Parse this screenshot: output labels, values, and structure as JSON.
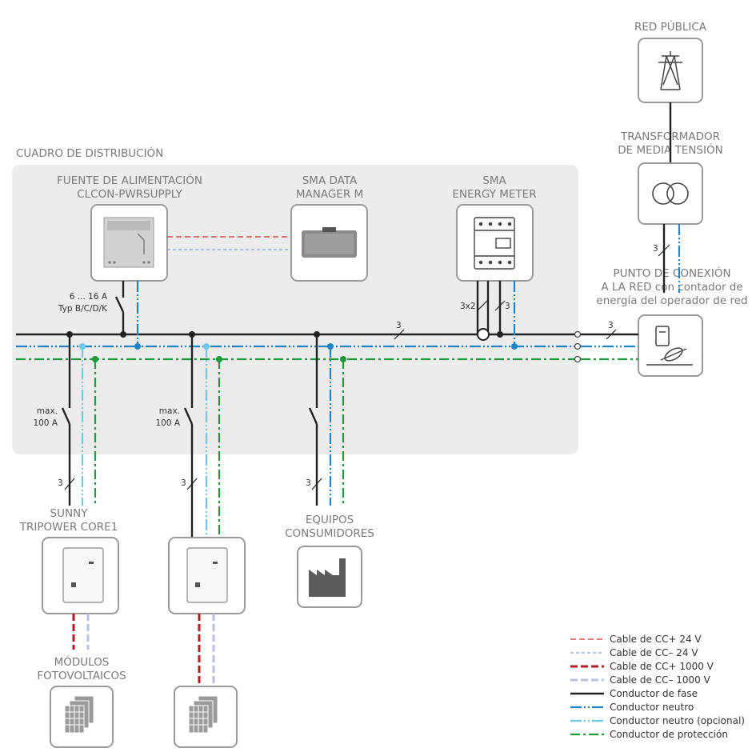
{
  "labels": {
    "red_publica": "RED PÚBLICA",
    "transformador_1": "TRANSFORMADOR",
    "transformador_2": "DE MEDIA TENSIÓN",
    "cuadro": "CUADRO DE DISTRIBUCIÓN",
    "fuente_1": "FUENTE DE ALIMENTACIÓN",
    "fuente_2": "CLCON-PWRSUPPLY",
    "datamanager_1": "SMA DATA",
    "datamanager_2": "MANAGER M",
    "energymeter_1": "SMA",
    "energymeter_2": "ENERGY METER",
    "punto_1": "PUNTO DE CONEXIÓN",
    "punto_2": "A LA RED con contador de",
    "punto_3": "energía del operador de red",
    "sunny_1": "SUNNY",
    "sunny_2": "TRIPOWER CORE1",
    "equipos_1": "EQUIPOS",
    "equipos_2": "CONSUMIDORES",
    "modulos_1": "MÓDULOS",
    "modulos_2": "FOTOVOLTAICOS"
  },
  "annotations": {
    "breaker_psu_1": "6 ... 16 A",
    "breaker_psu_2": "Typ B/C/D/K",
    "max": "max.",
    "amps_100": "100 A",
    "three": "3",
    "three_by_two": "3x2"
  },
  "legend": [
    {
      "label": "Cable de CC+ 24 V",
      "style": "dc-plus-24v",
      "color": "#d0312d"
    },
    {
      "label": "Cable de CC– 24 V",
      "style": "dc-minus-24v",
      "color": "#8c9ed6"
    },
    {
      "label": "Cable de CC+ 1000 V",
      "style": "dc-plus-1000v",
      "color": "#b01c22"
    },
    {
      "label": "Cable de CC– 1000 V",
      "style": "dc-minus-1000v",
      "color": "#b9bfe0"
    },
    {
      "label": "Conductor de fase",
      "style": "phase",
      "color": "#222222"
    },
    {
      "label": "Conductor neutro",
      "style": "neutral",
      "color": "#1f84c4"
    },
    {
      "label": "Conductor neutro (opcional)",
      "style": "neutral-optional",
      "color": "#6fc6ef"
    },
    {
      "label": "Conductor de protección",
      "style": "protective",
      "color": "#1f9a3a"
    }
  ],
  "icons": [
    "transmission-tower-icon",
    "transformer-icon",
    "power-supply-icon",
    "data-manager-icon",
    "energy-meter-icon",
    "grid-meter-icon",
    "inverter-icon",
    "factory-icon",
    "pv-module-icon"
  ]
}
